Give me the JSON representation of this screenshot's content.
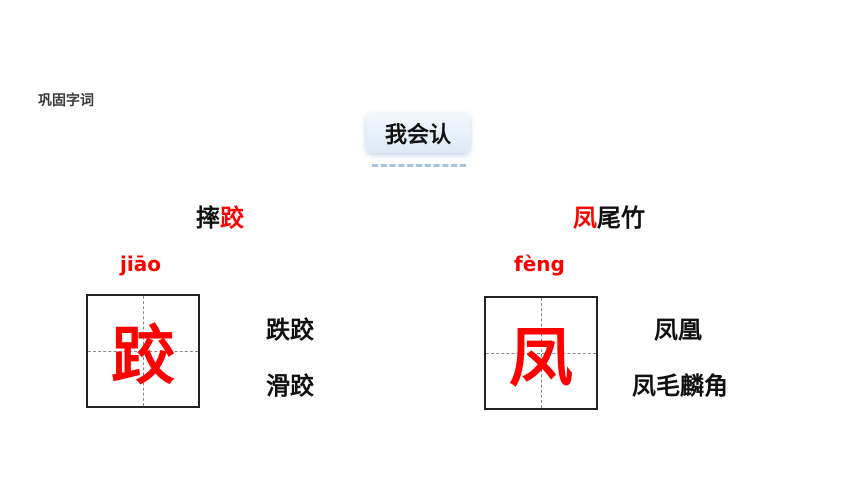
{
  "section_label": "巩固字词",
  "title": "我会认",
  "cards": [
    {
      "phrase_prefix": "摔",
      "phrase_highlight": "跤",
      "phrase_suffix": "",
      "pinyin": "jiāo",
      "character": "跤",
      "words": [
        "跌跤",
        "滑跤"
      ]
    },
    {
      "phrase_prefix": "",
      "phrase_highlight": "凤",
      "phrase_suffix": "尾竹",
      "pinyin": "fèng",
      "character": "凤",
      "words": [
        "凤凰",
        "凤毛麟角"
      ]
    }
  ],
  "colors": {
    "highlight": "#ff0000",
    "text": "#111111",
    "title_box": "#dde9f5"
  }
}
